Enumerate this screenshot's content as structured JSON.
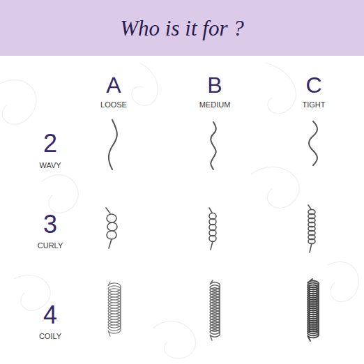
{
  "diagram": {
    "title": "Who is it for ?",
    "labels": [
      "A",
      "LOOSE",
      "B",
      "MEDIUM",
      "C",
      "TIGHT",
      "2",
      "WAVY",
      "3",
      "CURLY",
      "4",
      "COILY"
    ]
  }
}
